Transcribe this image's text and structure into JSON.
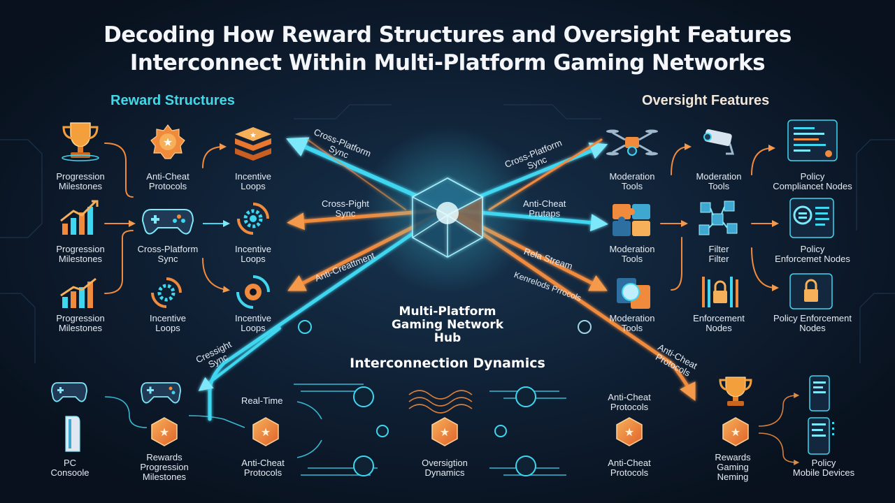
{
  "title": {
    "line1": "Decoding How Reward Structures and Oversight Features",
    "line2": "Interconnect Within Multi-Platform Gaming Networks"
  },
  "sections": {
    "reward": "Reward Structures",
    "oversight": "Oversight Features"
  },
  "reward_labels": [
    {
      "l1": "Progression",
      "l2": "Milestones"
    },
    {
      "l1": "Anti-Cheat",
      "l2": "Protocols"
    },
    {
      "l1": "Incentive",
      "l2": "Loops"
    },
    {
      "l1": "Progression",
      "l2": "Milestones"
    },
    {
      "l1": "Cross-Platform",
      "l2": "Sync"
    },
    {
      "l1": "Incentive",
      "l2": "Loops"
    },
    {
      "l1": "Progression",
      "l2": "Milestones"
    },
    {
      "l1": "Incentive",
      "l2": "Loops"
    },
    {
      "l1": "Incentive",
      "l2": "Loops"
    }
  ],
  "oversight_labels": [
    {
      "l1": "Moderation",
      "l2": "Tools"
    },
    {
      "l1": "Moderation",
      "l2": "Tools"
    },
    {
      "l1": "Policy",
      "l2": "Compliancet Nodes"
    },
    {
      "l1": "Moderation",
      "l2": "Tools"
    },
    {
      "l1": "Filter",
      "l2": "Filter"
    },
    {
      "l1": "Policy",
      "l2": "Enforcemet Nodes"
    },
    {
      "l1": "Moderation",
      "l2": "Tools"
    },
    {
      "l1": "Enforcement",
      "l2": "Nodes"
    },
    {
      "l1": "Policy Enforcement",
      "l2": "Nodes"
    }
  ],
  "flow_labels": {
    "cps_top": "Cross-Platform",
    "cps_top2": "Sync",
    "cps_right": "Cross-Platform",
    "cps_right2": "Sync",
    "cpight": "Cross-Pight",
    "cpight2": "Sync",
    "anticheat_props": "Anti-Cheat",
    "anticheat_props2": "Prutaps",
    "anti_cre": "Anti-Creattment",
    "rela": "Rela Stream",
    "kenrelods": "Kenrelods Prrocols",
    "cressight": "Cressight",
    "cressight2": "Sync",
    "ac_right": "Anti-Cheat",
    "ac_right2": "Protocols",
    "realtime": "Real-Time"
  },
  "hub": {
    "l1": "Multi-Platform",
    "l2": "Gaming Network",
    "l3": "Hub",
    "dynamics": "Interconnection Dynamics"
  },
  "bottom_labels": [
    {
      "l1": "PC",
      "l2": "Consoole"
    },
    {
      "l1": "Rewards",
      "l2": "Progression",
      "l3": "Milestones"
    },
    {
      "l1": "Anti-Cheat",
      "l2": "Protocols"
    },
    {
      "l1": "Oversigtion",
      "l2": "Dynamics"
    },
    {
      "l1": "Anti-Cheat",
      "l2": "Protocols"
    },
    {
      "l1": "Anti-Cheat",
      "l2": "Protocols"
    },
    {
      "l1": "Rewards",
      "l2": "Gaming",
      "l3": "Neming"
    },
    {
      "l1": "Policy",
      "l2": "Mobile Devices"
    }
  ],
  "colors": {
    "background": "#0b1524",
    "cyan": "#3fd6f0",
    "orange": "#f08a3c",
    "reward_heading": "#41d8e8",
    "oversight_heading": "#f1e6d8"
  },
  "icons": [
    "trophy-icon",
    "medal-icon",
    "stack-icon",
    "growth-chart-icon",
    "gamepad-icon",
    "gear-cycle-icon",
    "drone-icon",
    "security-camera-icon",
    "code-panel-icon",
    "puzzle-icon",
    "cube-network-icon",
    "shield-document-icon",
    "lock-icon",
    "console-tower-icon",
    "smartphone-icon"
  ]
}
